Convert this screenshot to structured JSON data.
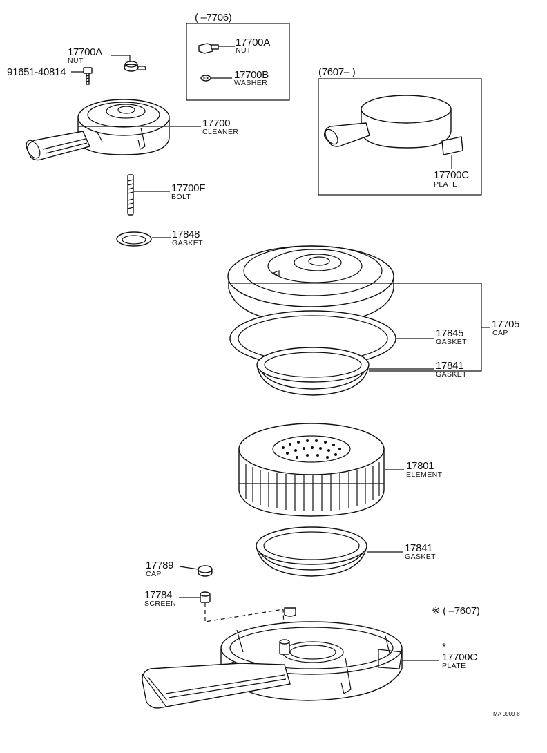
{
  "callouts": {
    "p17700A_top": {
      "number": "17700A",
      "name": "NUT"
    },
    "p91651": {
      "number": "91651-40814"
    },
    "p17700": {
      "number": "17700",
      "name": "CLEANER"
    },
    "p17700F": {
      "number": "17700F",
      "name": "BOLT"
    },
    "p17848": {
      "number": "17848",
      "name": "GASKET"
    },
    "p17705": {
      "number": "17705",
      "name": "CAP"
    },
    "p17845": {
      "number": "17845",
      "name": "GASKET"
    },
    "p17841a": {
      "number": "17841",
      "name": "GASKET"
    },
    "p17801": {
      "number": "17801",
      "name": "ELEMENT"
    },
    "p17841b": {
      "number": "17841",
      "name": "GASKET"
    },
    "p17789": {
      "number": "17789",
      "name": "CAP"
    },
    "p17784": {
      "number": "17784",
      "name": "SCREEN"
    },
    "p17700C_bottom": {
      "number": "17700C",
      "name": "PLATE",
      "mark": "*"
    }
  },
  "inset_7706": {
    "range": "(        –7706)",
    "items": [
      {
        "number": "17700A",
        "name": "NUT"
      },
      {
        "number": "17700B",
        "name": "WASHER"
      }
    ]
  },
  "inset_7607": {
    "range": "(7607–        )",
    "item": {
      "number": "17700C",
      "name": "PLATE"
    }
  },
  "note_7607": "※ (        –7607)",
  "ref_code": "MA 0909-8"
}
